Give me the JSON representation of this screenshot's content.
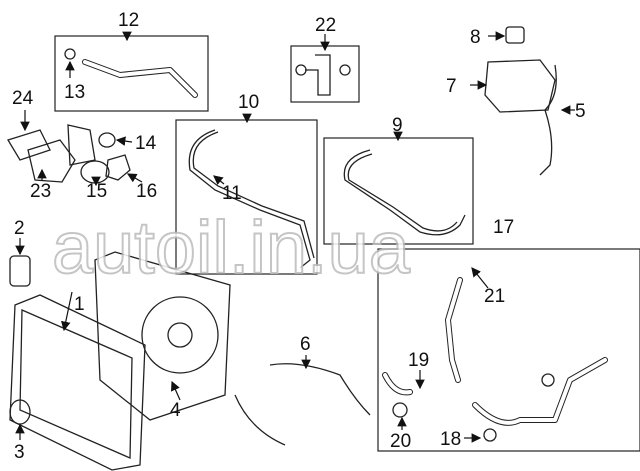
{
  "labels": {
    "l1": "1",
    "l2": "2",
    "l3": "3",
    "l4": "4",
    "l5": "5",
    "l6": "6",
    "l7": "7",
    "l8": "8",
    "l9": "9",
    "l10": "10",
    "l11": "11",
    "l12": "12",
    "l13": "13",
    "l14": "14",
    "l15": "15",
    "l16": "16",
    "l17": "17",
    "l18": "18",
    "l19": "19",
    "l20": "20",
    "l21": "21",
    "l22": "22",
    "l23": "23",
    "l24": "24"
  },
  "watermark": "autoil.in.ua"
}
